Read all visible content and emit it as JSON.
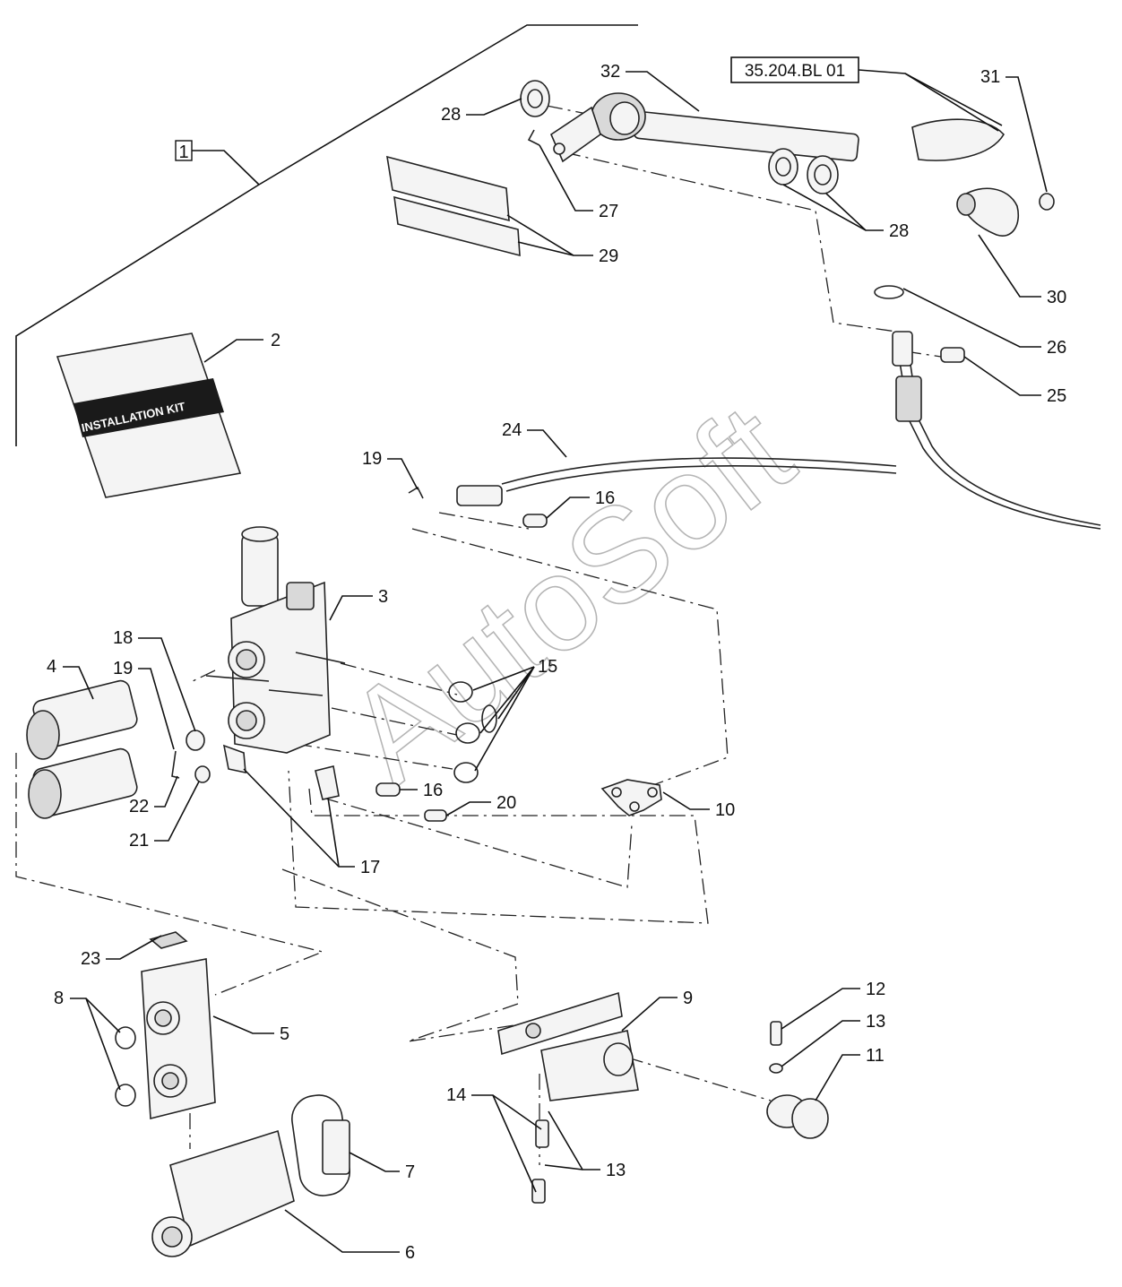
{
  "reference_box": "35.204.BL 01",
  "booklet_label": "INSTALLATION KIT",
  "watermark": "AutoSoft",
  "callouts": {
    "c1": "1",
    "c2": "2",
    "c3": "3",
    "c4": "4",
    "c5": "5",
    "c6": "6",
    "c7": "7",
    "c8": "8",
    "c9": "9",
    "c10": "10",
    "c11": "11",
    "c12": "12",
    "c13a": "13",
    "c13b": "13",
    "c14": "14",
    "c15": "15",
    "c16a": "16",
    "c16b": "16",
    "c17": "17",
    "c18": "18",
    "c19a": "19",
    "c19b": "19",
    "c20": "20",
    "c21": "21",
    "c22": "22",
    "c23": "23",
    "c24": "24",
    "c25": "25",
    "c26": "26",
    "c27": "27",
    "c28a": "28",
    "c28b": "28",
    "c29": "29",
    "c30": "30",
    "c31": "31",
    "c32": "32"
  }
}
